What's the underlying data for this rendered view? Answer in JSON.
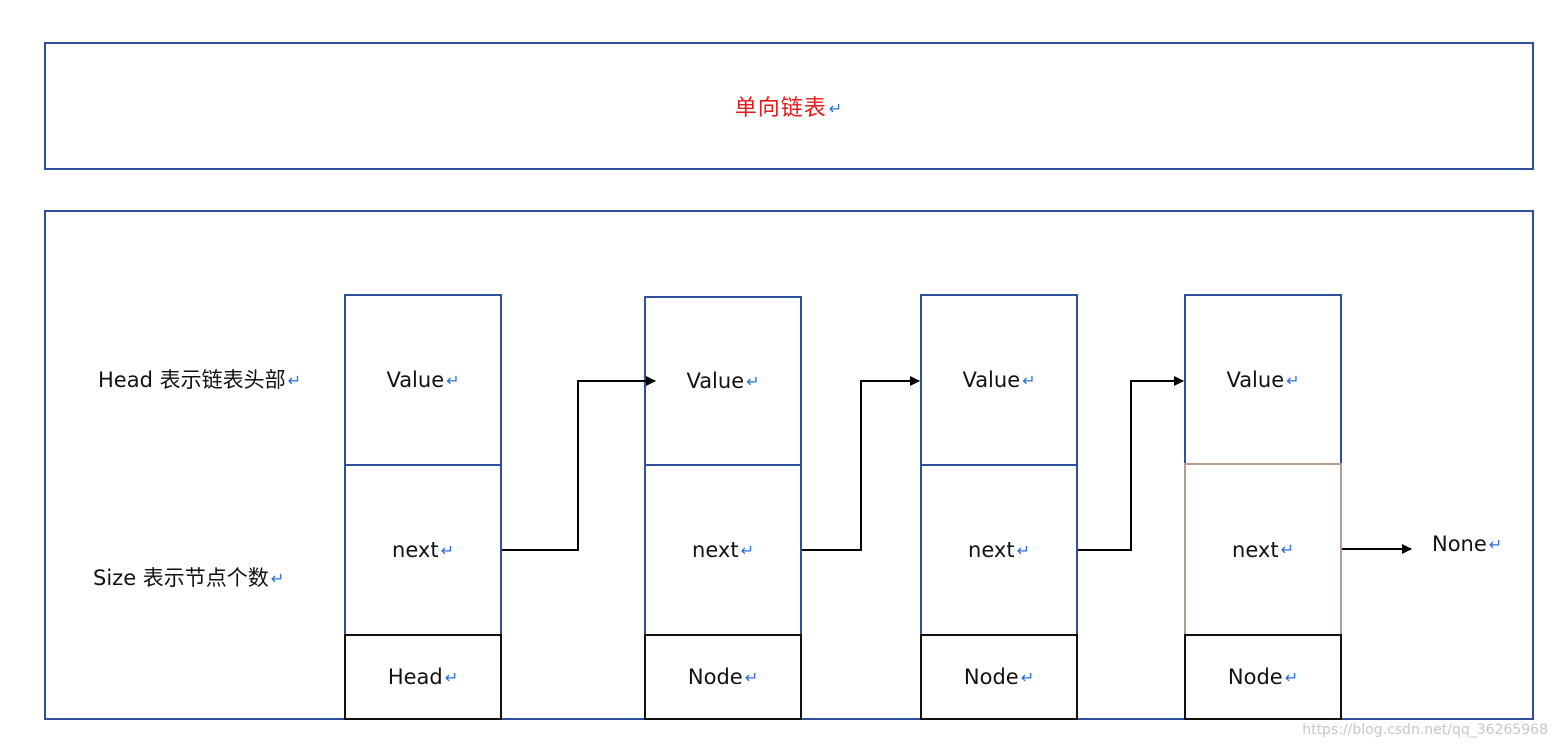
{
  "title": "单向链表",
  "return_mark": "↵",
  "labels": {
    "head_desc": "Head 表示链表头部",
    "size_desc": "Size 表示节点个数"
  },
  "nodes": [
    {
      "value": "Value",
      "next": "next",
      "type": "Head"
    },
    {
      "value": "Value",
      "next": "next",
      "type": "Node"
    },
    {
      "value": "Value",
      "next": "next",
      "type": "Node"
    },
    {
      "value": "Value",
      "next": "next",
      "type": "Node"
    }
  ],
  "terminal": "None",
  "watermark": "https://blog.csdn.net/qq_36265968",
  "colors": {
    "title": "#e6191b",
    "frame_border": "#2f4f9a",
    "return_mark": "#2f6fd6"
  }
}
